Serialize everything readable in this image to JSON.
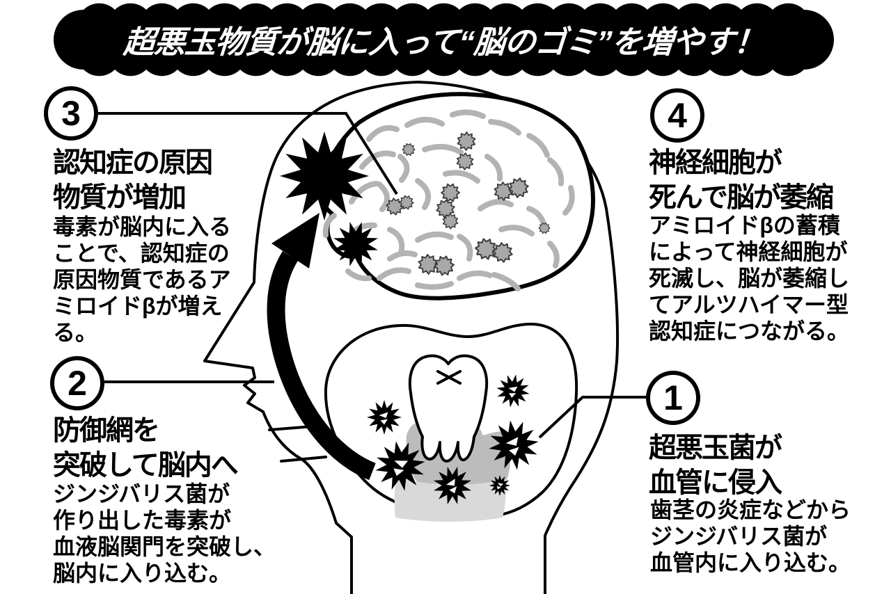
{
  "banner": {
    "title": "超悪玉物質が脳に入って“脳のゴミ”を増やす！",
    "bg_color": "#000000",
    "text_color": "#ffffff"
  },
  "sections": [
    {
      "number": "1",
      "heading_lines": [
        "超悪玉菌が",
        "血管に侵入"
      ],
      "body_lines": [
        "歯茎の炎症などから",
        "ジンジバリス菌が",
        "血管内に入り込む。"
      ]
    },
    {
      "number": "2",
      "heading_lines": [
        "防御網を",
        "突破して脳内へ"
      ],
      "body_lines": [
        "ジンジバリス菌が",
        "作り出した毒素が",
        "血液脳関門を突破し、",
        "脳内に入り込む。"
      ]
    },
    {
      "number": "3",
      "heading_lines": [
        "認知症の原因",
        "物質が増加"
      ],
      "body_lines": [
        "毒素が脳内に入る",
        "ことで、認知症の",
        "原因物質であるア",
        "ミロイドβが増え",
        "る。"
      ]
    },
    {
      "number": "4",
      "heading_lines": [
        "神経細胞が",
        "死んで脳が萎縮"
      ],
      "body_lines": [
        "アミロイドβの蓄積",
        "によって神経細胞が",
        "死滅し、脳が萎縮し",
        "てアルツハイマー型",
        "認知症につながる。"
      ]
    }
  ],
  "illustration": {
    "icons": {
      "head": "head-profile-outline",
      "brain": "brain-with-amyloid-plaques",
      "plaque": "gray-star-plaque",
      "toxin_burst": "black-starburst-toxin",
      "germ": "black-spiky-bacteria",
      "arrow": "toxin-flow-arrow-mouth-to-brain",
      "tooth": "molar-tooth-with-x"
    },
    "colors": {
      "outline": "#000000",
      "gyri_gray": "#b3b3b3",
      "plaque_fill": "#a8a8a8",
      "plaque_stroke": "#3c3c3c",
      "gum_dark": "#bcbcbc",
      "gum_light": "#d9d9d9"
    }
  }
}
